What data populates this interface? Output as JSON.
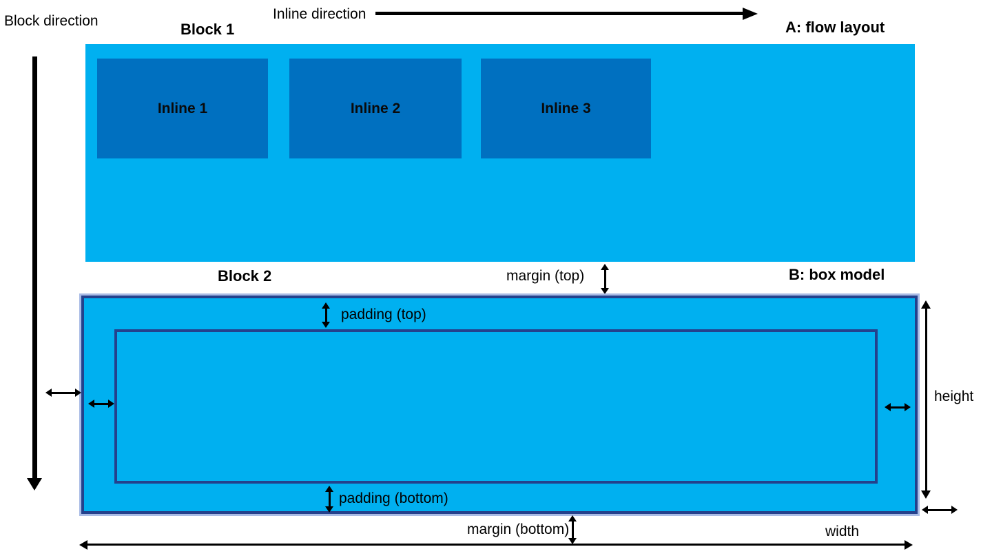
{
  "labels": {
    "block_direction": "Block direction",
    "inline_direction": "Inline direction",
    "block1": "Block 1",
    "section_a_title": "A: flow layout",
    "block2": "Block 2",
    "section_b_title": "B: box model",
    "margin_top": "margin (top)",
    "padding_top": "padding (top)",
    "padding_bottom": "padding (bottom)",
    "margin_bottom": "margin (bottom)",
    "height": "height",
    "width": "width"
  },
  "inline_boxes": [
    "Inline 1",
    "Inline 2",
    "Inline 3"
  ],
  "colors": {
    "block_fill": "#00B0F0",
    "inline_fill": "#0070C0",
    "box_border": "#24418C",
    "border_halo": "#A9BBE5",
    "arrow": "#000000"
  }
}
